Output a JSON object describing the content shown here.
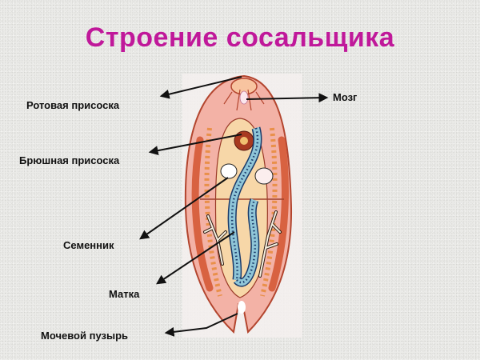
{
  "title": "Строение сосальщика",
  "colors": {
    "title": "#c0189a",
    "label": "#111111",
    "arrow": "#111111",
    "body_outer": "#f3b2a6",
    "body_edge": "#c0503a",
    "intestine": "#8fc6d8",
    "uterus_dots": "#1a3a6a"
  },
  "labels": {
    "oral_sucker": "Ротовая присоска",
    "brain": "Мозг",
    "ventral_sucker": "Брюшная присоска",
    "testis": "Семенник",
    "uterus": "Матка",
    "bladder": "Мочевой пузырь"
  }
}
